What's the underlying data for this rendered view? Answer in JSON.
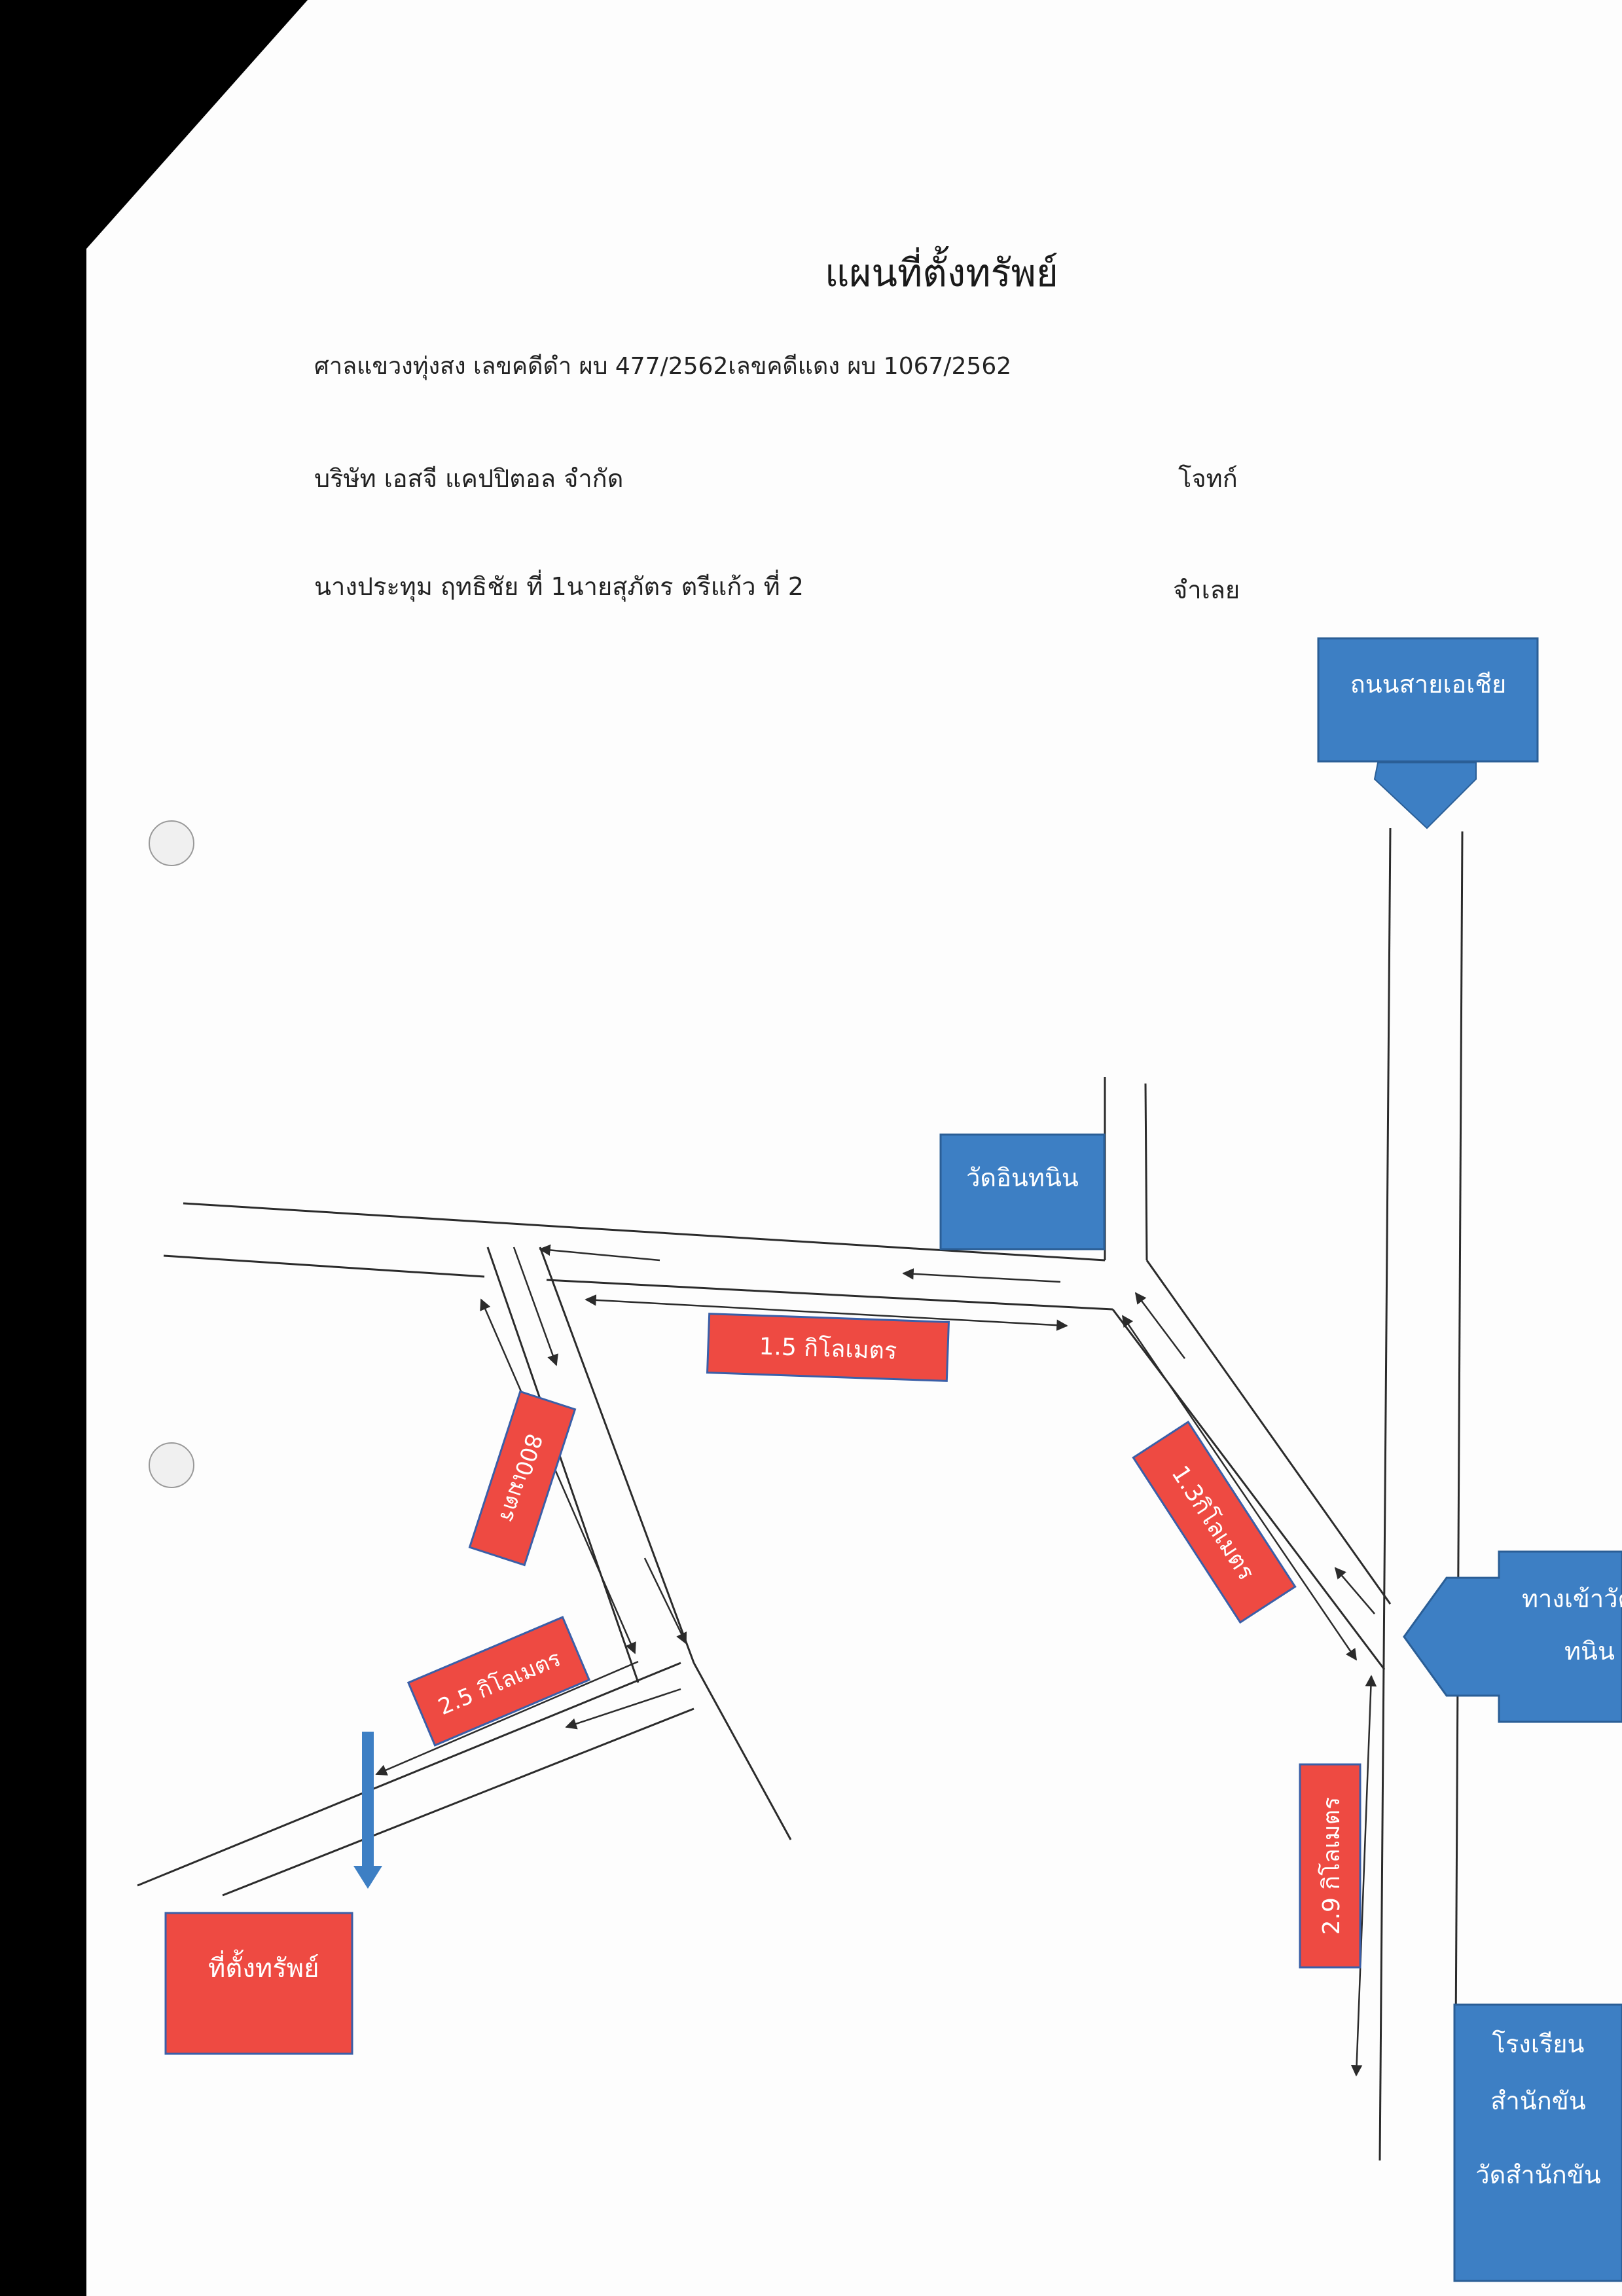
{
  "header": {
    "title": "แผนที่ตั้งทรัพย์",
    "court_line": "ศาลแขวงทุ่งสง เลขคดีดำ ผบ 477/2562เลขคดีแดง ผบ 1067/2562",
    "plaintiff": "บริษัท เอสจี แคปปิตอล จำกัด",
    "plaintiff_role": "โจทก์",
    "defendant": "นางประทุม ฤทธิชัย ที่ 1นายสุภัตร  ตรีแก้ว  ที่ 2",
    "defendant_role": "จำเลย"
  },
  "map": {
    "landmarks": {
      "asia_highway": "ถนนสายเอเชีย",
      "wat_in_thanin": "วัดอินทนิน",
      "entrance_line1": "ทางเข้าวัด",
      "entrance_line2": "ทนิน",
      "school_line1": "โรงเรียน",
      "school_line2": "สำนักขัน",
      "wat_samnak_khan": "วัดสำนักขัน",
      "property_location": "ที่ตั้งทรัพย์"
    },
    "distances": {
      "d1": "1.5 กิโลเมตร",
      "d2": "1.3กิโลเมตร",
      "d3": "2.9 กิโลเมตร",
      "d4": "2.5 กิโลเมตร",
      "d5": "800เมตร"
    },
    "colors": {
      "landmark_box": "#3d7fc4",
      "distance_box": "#ee4a42",
      "road_line": "#2b2b2b",
      "paper": "#fdfdfd"
    }
  }
}
